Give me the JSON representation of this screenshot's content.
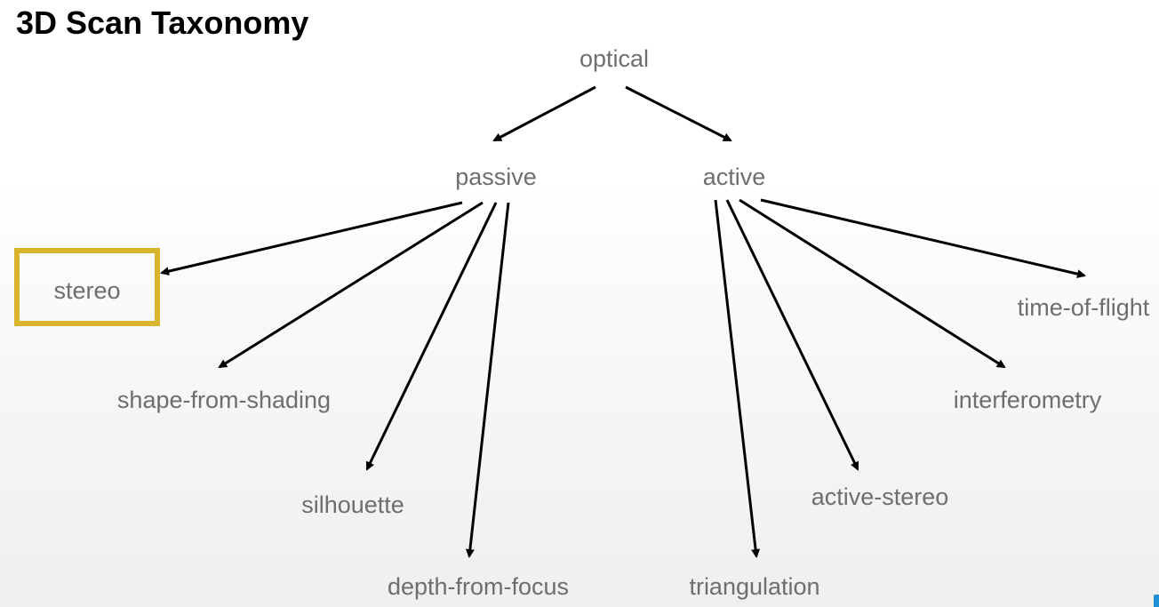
{
  "title": "3D Scan Taxonomy",
  "highlight_color": "#d9b52e",
  "nodes": {
    "optical": "optical",
    "passive": "passive",
    "active": "active",
    "stereo": "stereo",
    "shape_from_shading": "shape-from-shading",
    "silhouette": "silhouette",
    "depth_from_focus": "depth-from-focus",
    "triangulation": "triangulation",
    "active_stereo": "active-stereo",
    "interferometry": "interferometry",
    "time_of_flight": "time-of-flight"
  },
  "edges": [
    {
      "from": "optical",
      "to": "passive"
    },
    {
      "from": "optical",
      "to": "active"
    },
    {
      "from": "passive",
      "to": "stereo"
    },
    {
      "from": "passive",
      "to": "shape_from_shading"
    },
    {
      "from": "passive",
      "to": "silhouette"
    },
    {
      "from": "passive",
      "to": "depth_from_focus"
    },
    {
      "from": "active",
      "to": "triangulation"
    },
    {
      "from": "active",
      "to": "active_stereo"
    },
    {
      "from": "active",
      "to": "interferometry"
    },
    {
      "from": "active",
      "to": "time_of_flight"
    }
  ],
  "highlighted_node": "stereo"
}
